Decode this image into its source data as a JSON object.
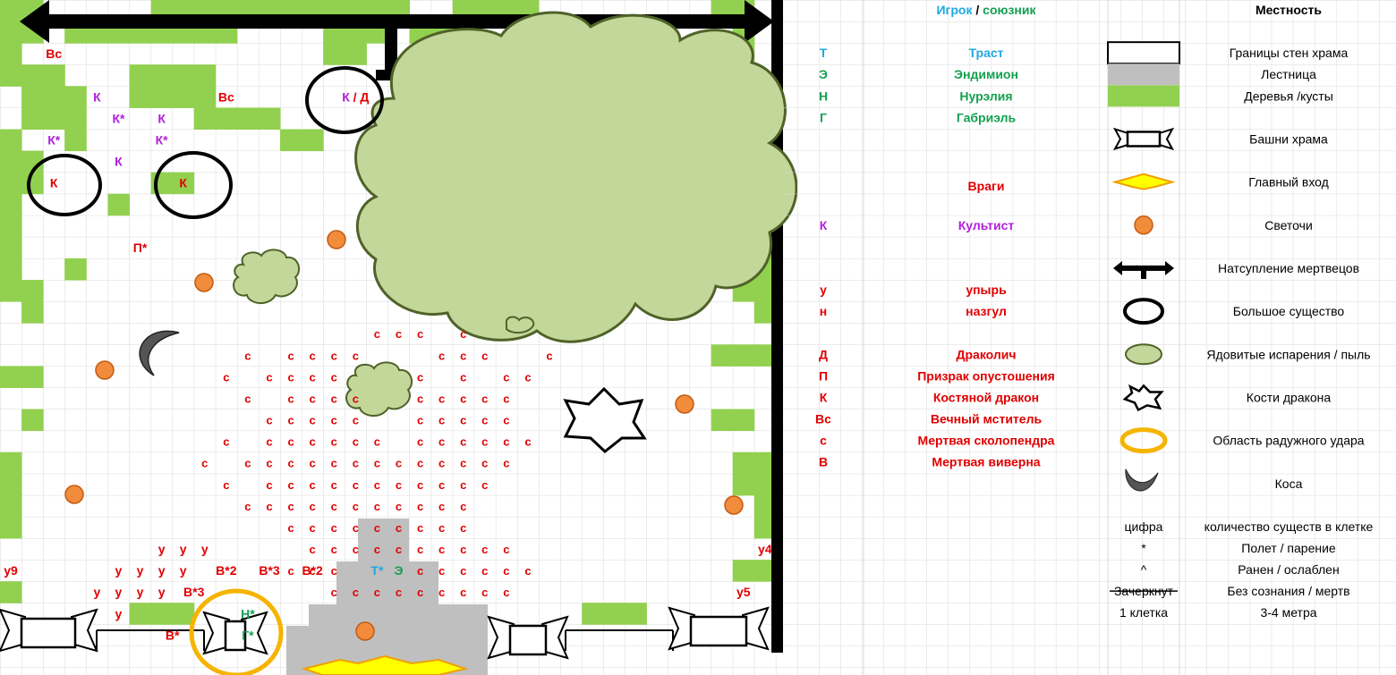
{
  "legend": {
    "header_player": "Игрок",
    "header_sep": " / ",
    "header_ally": "союзник",
    "header_terrain": "Местность",
    "characters": [
      {
        "code": "Т",
        "name": "Траст",
        "color": "#1fa8e0"
      },
      {
        "code": "Э",
        "name": "Эндимион",
        "color": "#14a050"
      },
      {
        "code": "Н",
        "name": "Нурэлия",
        "color": "#14a050"
      },
      {
        "code": "Г",
        "name": "Габриэль",
        "color": "#14a050"
      }
    ],
    "enemies_header": "Враги",
    "enemies": [
      {
        "code": "К",
        "name": "Культист",
        "color": "#b020d8"
      },
      {
        "code": "у",
        "name": "упырь",
        "color": "#e00000"
      },
      {
        "code": "н",
        "name": "назгул",
        "color": "#e00000"
      },
      {
        "code": "Д",
        "name": "Драколич",
        "color": "#e00000"
      },
      {
        "code": "П",
        "name": "Призрак опустошения",
        "color": "#e00000"
      },
      {
        "code": "К",
        "name": "Костяной дракон",
        "color": "#e00000"
      },
      {
        "code": "Вс",
        "name": "Вечный мститель",
        "color": "#e00000"
      },
      {
        "code": "с",
        "name": "Мертвая сколопендра",
        "color": "#e00000"
      },
      {
        "code": "В",
        "name": "Мертвая виверна",
        "color": "#e00000"
      }
    ],
    "terrain": [
      {
        "icon": "wall-border-icon",
        "label": "Границы стен храма"
      },
      {
        "icon": "stairs-icon",
        "label": "Лестница"
      },
      {
        "icon": "trees-icon",
        "label": "Деревья /кусты"
      },
      {
        "icon": "tower-icon",
        "label": "Башни храма"
      },
      {
        "icon": "main-entrance-icon",
        "label": "Главный вход"
      },
      {
        "icon": "lamp-icon",
        "label": "Светочи"
      },
      {
        "icon": "undead-advance-icon",
        "label": "Натсупление мертвецов"
      },
      {
        "icon": "large-creature-icon",
        "label": "Большое существо"
      },
      {
        "icon": "poison-cloud-icon",
        "label": "Ядовитые испарения / пыль"
      },
      {
        "icon": "dragon-bones-icon",
        "label": "Кости дракона"
      },
      {
        "icon": "rainbow-strike-icon",
        "label": "Область радужного удара"
      },
      {
        "icon": "scythe-icon",
        "label": "Коса"
      }
    ],
    "notes": [
      {
        "key": "цифра",
        "value": "количество существ в клетке"
      },
      {
        "key": "*",
        "value": "Полет / парение"
      },
      {
        "key": "^",
        "value": "Ранен / ослаблен"
      },
      {
        "key": "Зачеркнут",
        "value": "Без сознания / мертв"
      },
      {
        "key": "1 клетка",
        "value": "3-4 метра"
      }
    ]
  },
  "map": {
    "colors": {
      "tree": "#92d050",
      "stairs": "#bfbfbf",
      "grid": "#d9d9d9",
      "enemy": "#e00000",
      "cultist": "#b020d8",
      "trust": "#1fa8e0",
      "ally": "#14a050",
      "lamp": "#f08c3c",
      "cloud": "#c4d79b",
      "cloud_stroke": "#4f6228",
      "rainbow": "#f5b400",
      "entrance": "#ffff00"
    },
    "tokens": [
      {
        "t": "Вс",
        "c": "e",
        "col": 2,
        "row": 2
      },
      {
        "t": "К",
        "c": "k",
        "col": 4,
        "row": 4
      },
      {
        "t": "Вс",
        "c": "e",
        "col": 10,
        "row": 4
      },
      {
        "t": "К*",
        "c": "k",
        "col": 5,
        "row": 5
      },
      {
        "t": "К",
        "c": "k",
        "col": 7,
        "row": 5
      },
      {
        "t": "К*",
        "c": "k",
        "col": 2,
        "row": 6
      },
      {
        "t": "К*",
        "c": "k",
        "col": 7,
        "row": 6
      },
      {
        "t": "К",
        "c": "k",
        "col": 5,
        "row": 7
      },
      {
        "t": "К",
        "c": "e",
        "col": 2,
        "row": 8
      },
      {
        "t": "К",
        "c": "e",
        "col": 8,
        "row": 8
      },
      {
        "t": "П*",
        "c": "e",
        "col": 6,
        "row": 11
      },
      {
        "t": "у4",
        "c": "e",
        "col": 35,
        "row": 25
      },
      {
        "t": "у9",
        "c": "e",
        "col": 0,
        "row": 26
      },
      {
        "t": "у5",
        "c": "e",
        "col": 34,
        "row": 27
      },
      {
        "t": "у",
        "c": "e",
        "col": 7,
        "row": 25
      },
      {
        "t": "у",
        "c": "e",
        "col": 8,
        "row": 25
      },
      {
        "t": "у",
        "c": "e",
        "col": 9,
        "row": 25
      },
      {
        "t": "у",
        "c": "e",
        "col": 5,
        "row": 26
      },
      {
        "t": "у",
        "c": "e",
        "col": 6,
        "row": 26
      },
      {
        "t": "у",
        "c": "e",
        "col": 7,
        "row": 26
      },
      {
        "t": "у",
        "c": "e",
        "col": 8,
        "row": 26
      },
      {
        "t": "у",
        "c": "e",
        "col": 4,
        "row": 27
      },
      {
        "t": "у",
        "c": "e",
        "col": 5,
        "row": 27
      },
      {
        "t": "у",
        "c": "e",
        "col": 6,
        "row": 27
      },
      {
        "t": "у",
        "c": "e",
        "col": 7,
        "row": 27
      },
      {
        "t": "у",
        "c": "e",
        "col": 5,
        "row": 28
      },
      {
        "t": "В*2",
        "c": "e",
        "col": 10,
        "row": 26
      },
      {
        "t": "В*3",
        "c": "e",
        "col": 12,
        "row": 26
      },
      {
        "t": "В*2",
        "c": "e",
        "col": 14,
        "row": 26
      },
      {
        "t": "В*3",
        "c": "e",
        "col": 8.5,
        "row": 27
      },
      {
        "t": "В*",
        "c": "e",
        "col": 7.5,
        "row": 29
      },
      {
        "t": "Т*",
        "c": "t",
        "col": 17,
        "row": 26
      },
      {
        "t": "Э",
        "c": "a",
        "col": 18,
        "row": 26
      },
      {
        "t": "Н*",
        "c": "a",
        "col": 11,
        "row": 28
      },
      {
        "t": "Г*",
        "c": "a",
        "col": 11,
        "row": 29
      },
      {
        "t": "К / Д",
        "c": "k2",
        "col": 16,
        "row": 4
      }
    ],
    "centipedes": [
      [
        17,
        15
      ],
      [
        18,
        15
      ],
      [
        19,
        15
      ],
      [
        21,
        15
      ],
      [
        11,
        16
      ],
      [
        13,
        16
      ],
      [
        14,
        16
      ],
      [
        15,
        16
      ],
      [
        16,
        16
      ],
      [
        20,
        16
      ],
      [
        21,
        16
      ],
      [
        22,
        16
      ],
      [
        25,
        16
      ],
      [
        10,
        17
      ],
      [
        12,
        17
      ],
      [
        13,
        17
      ],
      [
        14,
        17
      ],
      [
        15,
        17
      ],
      [
        19,
        17
      ],
      [
        21,
        17
      ],
      [
        23,
        17
      ],
      [
        24,
        17
      ],
      [
        11,
        18
      ],
      [
        13,
        18
      ],
      [
        14,
        18
      ],
      [
        15,
        18
      ],
      [
        16,
        18
      ],
      [
        19,
        18
      ],
      [
        20,
        18
      ],
      [
        21,
        18
      ],
      [
        22,
        18
      ],
      [
        23,
        18
      ],
      [
        12,
        19
      ],
      [
        13,
        19
      ],
      [
        14,
        19
      ],
      [
        15,
        19
      ],
      [
        16,
        19
      ],
      [
        19,
        19
      ],
      [
        20,
        19
      ],
      [
        21,
        19
      ],
      [
        22,
        19
      ],
      [
        23,
        19
      ],
      [
        10,
        20
      ],
      [
        12,
        20
      ],
      [
        13,
        20
      ],
      [
        14,
        20
      ],
      [
        15,
        20
      ],
      [
        16,
        20
      ],
      [
        17,
        20
      ],
      [
        19,
        20
      ],
      [
        20,
        20
      ],
      [
        21,
        20
      ],
      [
        22,
        20
      ],
      [
        23,
        20
      ],
      [
        24,
        20
      ],
      [
        9,
        21
      ],
      [
        11,
        21
      ],
      [
        12,
        21
      ],
      [
        13,
        21
      ],
      [
        14,
        21
      ],
      [
        15,
        21
      ],
      [
        16,
        21
      ],
      [
        17,
        21
      ],
      [
        18,
        21
      ],
      [
        19,
        21
      ],
      [
        20,
        21
      ],
      [
        21,
        21
      ],
      [
        22,
        21
      ],
      [
        23,
        21
      ],
      [
        10,
        22
      ],
      [
        12,
        22
      ],
      [
        13,
        22
      ],
      [
        14,
        22
      ],
      [
        15,
        22
      ],
      [
        16,
        22
      ],
      [
        17,
        22
      ],
      [
        18,
        22
      ],
      [
        19,
        22
      ],
      [
        20,
        22
      ],
      [
        21,
        22
      ],
      [
        22,
        22
      ],
      [
        11,
        23
      ],
      [
        12,
        23
      ],
      [
        13,
        23
      ],
      [
        14,
        23
      ],
      [
        15,
        23
      ],
      [
        16,
        23
      ],
      [
        17,
        23
      ],
      [
        18,
        23
      ],
      [
        19,
        23
      ],
      [
        20,
        23
      ],
      [
        21,
        23
      ],
      [
        13,
        24
      ],
      [
        14,
        24
      ],
      [
        15,
        24
      ],
      [
        16,
        24
      ],
      [
        17,
        24
      ],
      [
        18,
        24
      ],
      [
        19,
        24
      ],
      [
        20,
        24
      ],
      [
        21,
        24
      ],
      [
        14,
        25
      ],
      [
        15,
        25
      ],
      [
        16,
        25
      ],
      [
        17,
        25
      ],
      [
        18,
        25
      ],
      [
        19,
        25
      ],
      [
        20,
        25
      ],
      [
        21,
        25
      ],
      [
        22,
        25
      ],
      [
        23,
        25
      ],
      [
        13,
        26
      ],
      [
        14,
        26
      ],
      [
        15,
        26
      ],
      [
        19,
        26
      ],
      [
        20,
        26
      ],
      [
        21,
        26
      ],
      [
        22,
        26
      ],
      [
        23,
        26
      ],
      [
        24,
        26
      ],
      [
        15,
        27
      ],
      [
        16,
        27
      ],
      [
        17,
        27
      ],
      [
        18,
        27
      ],
      [
        19,
        27
      ],
      [
        20,
        27
      ],
      [
        21,
        27
      ],
      [
        22,
        27
      ],
      [
        23,
        27
      ]
    ]
  }
}
